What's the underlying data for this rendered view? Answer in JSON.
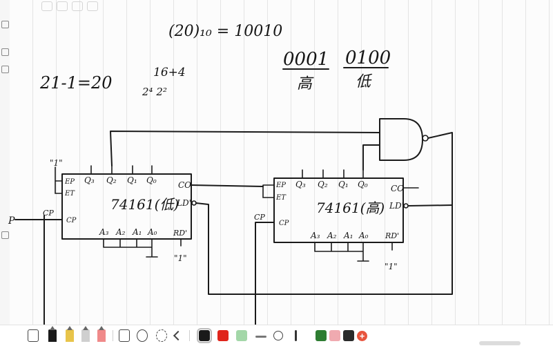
{
  "note": {
    "equation_top": "(20)₁₀ = 10010",
    "equation_left": "21-1=20",
    "split_sum": "16+4",
    "split_powers": "2⁴  2²",
    "high_bits": "0001",
    "high_label": "高",
    "low_bits": "0100",
    "low_label": "低"
  },
  "chip_low": {
    "name": "74161(低)",
    "ep": "EP",
    "et": "ET",
    "cp": "CP",
    "co": "CO",
    "ld": "LD'",
    "rd": "RD'",
    "q": [
      "Q₃",
      "Q₂",
      "Q₁",
      "Q₀"
    ],
    "a": [
      "A₃",
      "A₂",
      "A₁",
      "A₀"
    ],
    "enable_value": "\"1\"",
    "rd_value": "\"1\""
  },
  "chip_high": {
    "name": "74161(高)",
    "ep": "EP",
    "et": "ET",
    "cp": "CP",
    "co": "CO",
    "ld": "LD'",
    "rd": "RD'",
    "q": [
      "Q₃",
      "Q₂",
      "Q₁",
      "Q₀"
    ],
    "a": [
      "A₃",
      "A₂",
      "A₁",
      "A₀"
    ],
    "rd_value": "\"1\""
  },
  "inputs": {
    "cp_main": "CP",
    "cp_in_left": "P",
    "cp_high": "CP"
  },
  "toolbar": {
    "colors": [
      "#1a1a1a",
      "#e0251b",
      "#a3d7a8",
      "#2e7d32",
      "#f0aab0",
      "#2a2a2a",
      "#e8553e"
    ],
    "icons": [
      "layers-icon",
      "pen-icon",
      "highlighter-icon",
      "pencil-icon",
      "marker-icon",
      "text-box-icon",
      "shapes-icon",
      "lasso-icon",
      "undo-icon"
    ]
  }
}
